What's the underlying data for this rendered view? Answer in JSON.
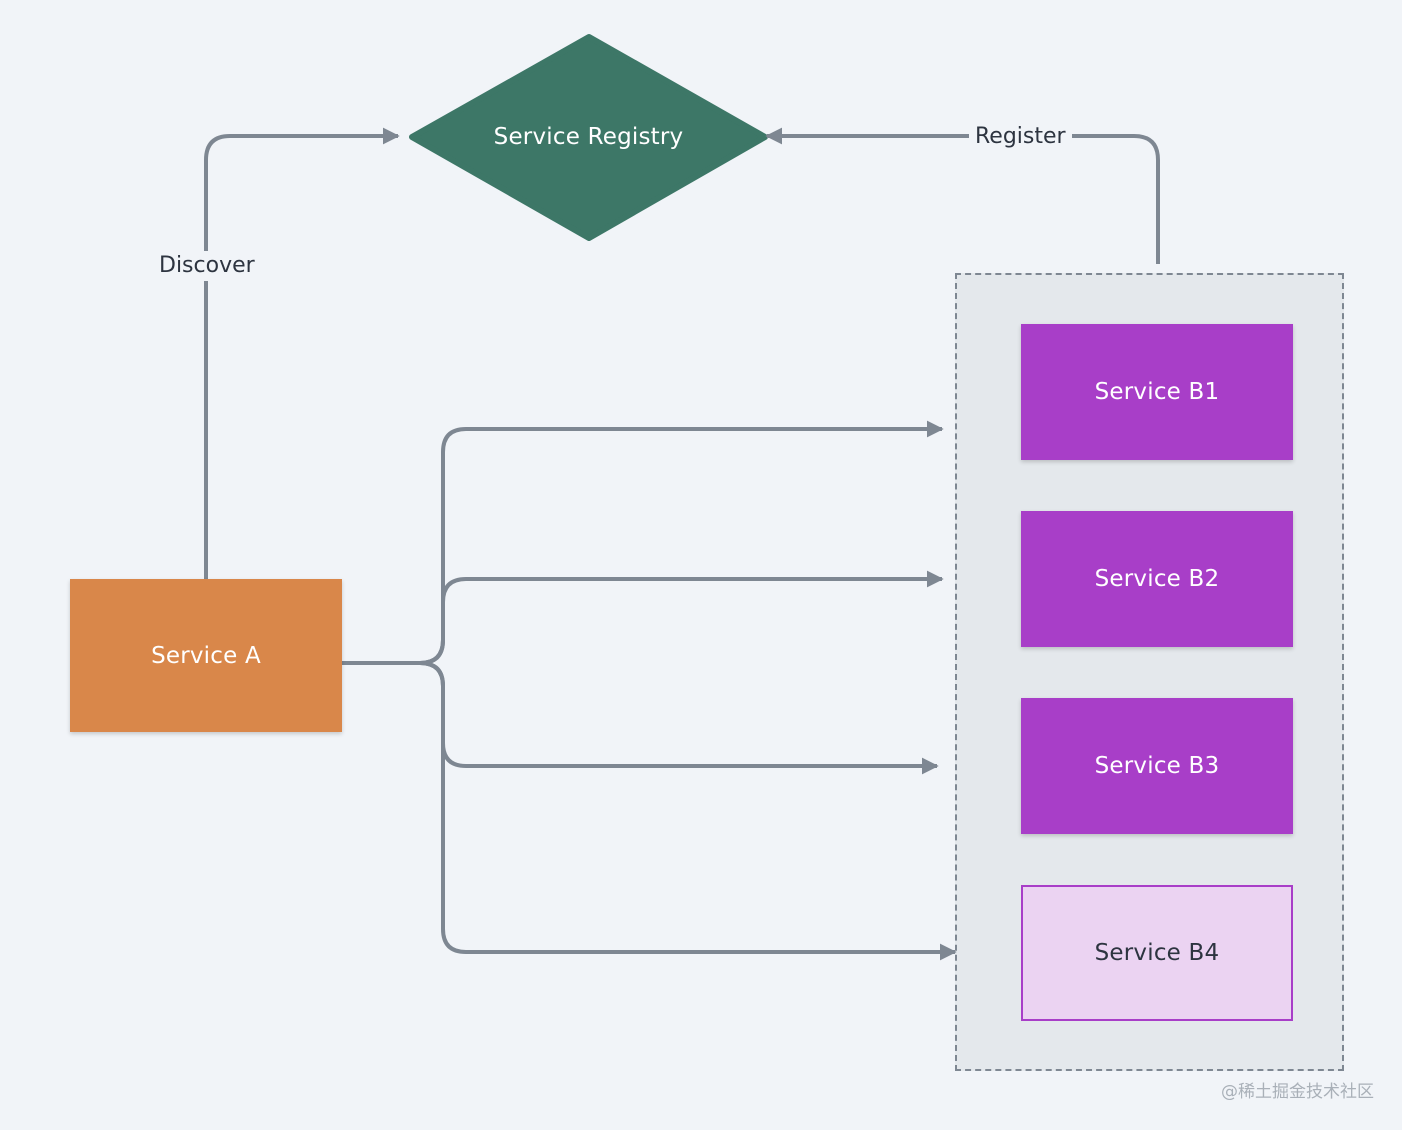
{
  "diagram": {
    "registry": {
      "label": "Service Registry",
      "color": "#3d7767"
    },
    "client": {
      "label": "Service A",
      "color": "#d9874a"
    },
    "instances": [
      {
        "label": "Service B1",
        "color": "#a83ec8",
        "state": "active"
      },
      {
        "label": "Service B2",
        "color": "#a83ec8",
        "state": "active"
      },
      {
        "label": "Service B3",
        "color": "#a83ec8",
        "state": "active"
      },
      {
        "label": "Service B4",
        "color": "#ebd3f2",
        "state": "inactive"
      }
    ],
    "edges": {
      "discover": "Discover",
      "register": "Register"
    },
    "edge_color": "#7e8792"
  },
  "watermark": "@稀土掘金技术社区"
}
